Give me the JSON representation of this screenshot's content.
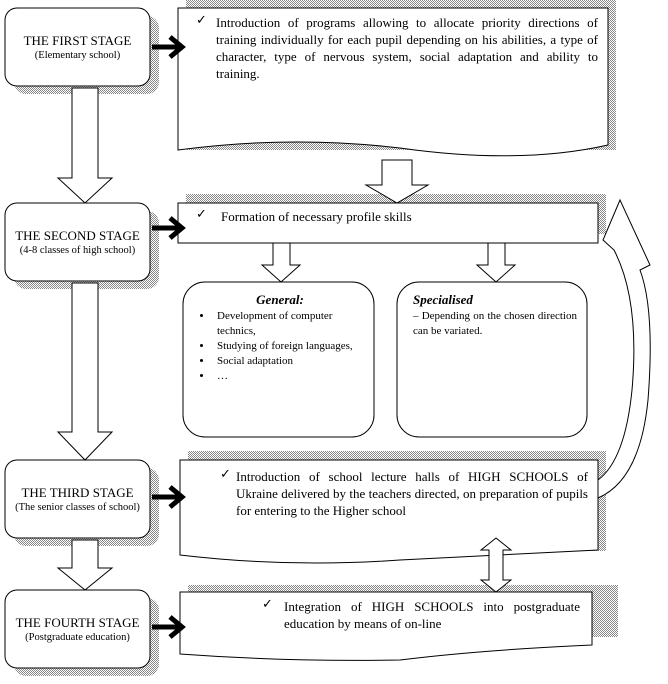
{
  "stages": [
    {
      "title": "THE FIRST STAGE",
      "sub": "(Elementary school)"
    },
    {
      "title": "THE SECOND STAGE",
      "sub": "(4-8 classes of high school)"
    },
    {
      "title": "THE THIRD STAGE",
      "sub": "(The senior classes of school)"
    },
    {
      "title": "THE FOURTH STAGE",
      "sub": "(Postgraduate education)"
    }
  ],
  "check": "✓",
  "boxes": [
    "Introduction of programs allowing to allocate priority directions of training individually for each pupil depending on his abilities, a type of character, type of nervous system, social adaptation and ability to training.",
    "Formation of necessary profile skills",
    "Introduction of school lecture halls of HIGH SCHOOLS of Ukraine delivered by the teachers directed, on preparation of pupils for entering to the Higher school",
    "Integration of HIGH SCHOOLS into postgraduate education by means of on-line"
  ],
  "general": {
    "title": "General:",
    "items": [
      "Development of computer technics,",
      "Studying of foreign languages,",
      "Social adaptation",
      "…"
    ]
  },
  "specialised": {
    "title": "Specialised",
    "text": "– Depending on the chosen direction can be variated."
  }
}
